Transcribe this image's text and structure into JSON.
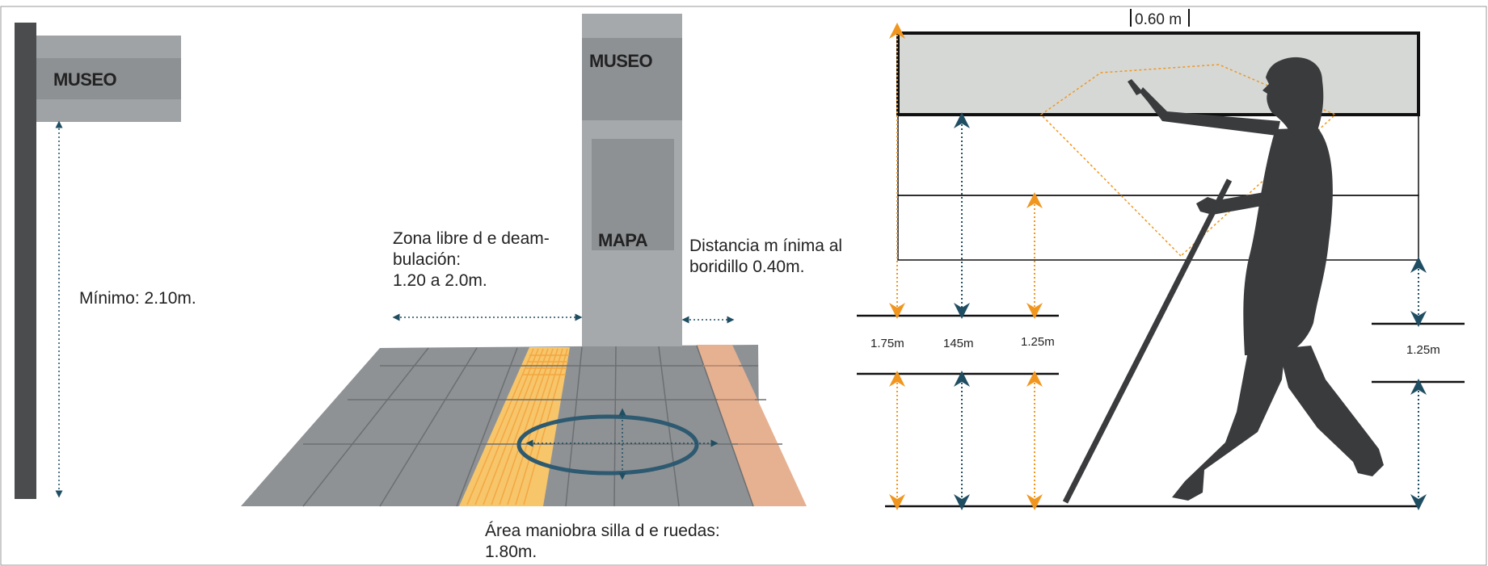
{
  "left_sign": {
    "sign_text": "MUSEO",
    "height_label": "Mínimo: 2.10m."
  },
  "center_totem": {
    "top_text": "MUSEO",
    "map_text": "MAPA",
    "free_zone_label": [
      "Zona libre d e deam-",
      "bulación:",
      "1.20 a 2.0m."
    ],
    "curb_distance_label": [
      "Distancia m ínima al",
      "boridillo 0.40m."
    ],
    "wheelchair_label": [
      "Área maniobra silla d e ruedas:",
      "1.80m."
    ]
  },
  "right_panel": {
    "width_label": "0.60 m",
    "heights": [
      "1.75m",
      "145m",
      "1.25m"
    ],
    "right_height": "1.25m"
  },
  "colors": {
    "dark_post": "#4a4c4e",
    "sign_gray": "#9fa3a6",
    "sign_band": "#8d9194",
    "totem_gray": "#a5a9ab",
    "floor_gray": "#8f9295",
    "tactile_yellow": "#f7c56a",
    "curb_peach": "#e6b191",
    "navy_arrow": "#1f4e63",
    "orange_arrow": "#f0961e",
    "silhouette": "#3a3b3d",
    "panel_fill": "#d6d8d6"
  }
}
